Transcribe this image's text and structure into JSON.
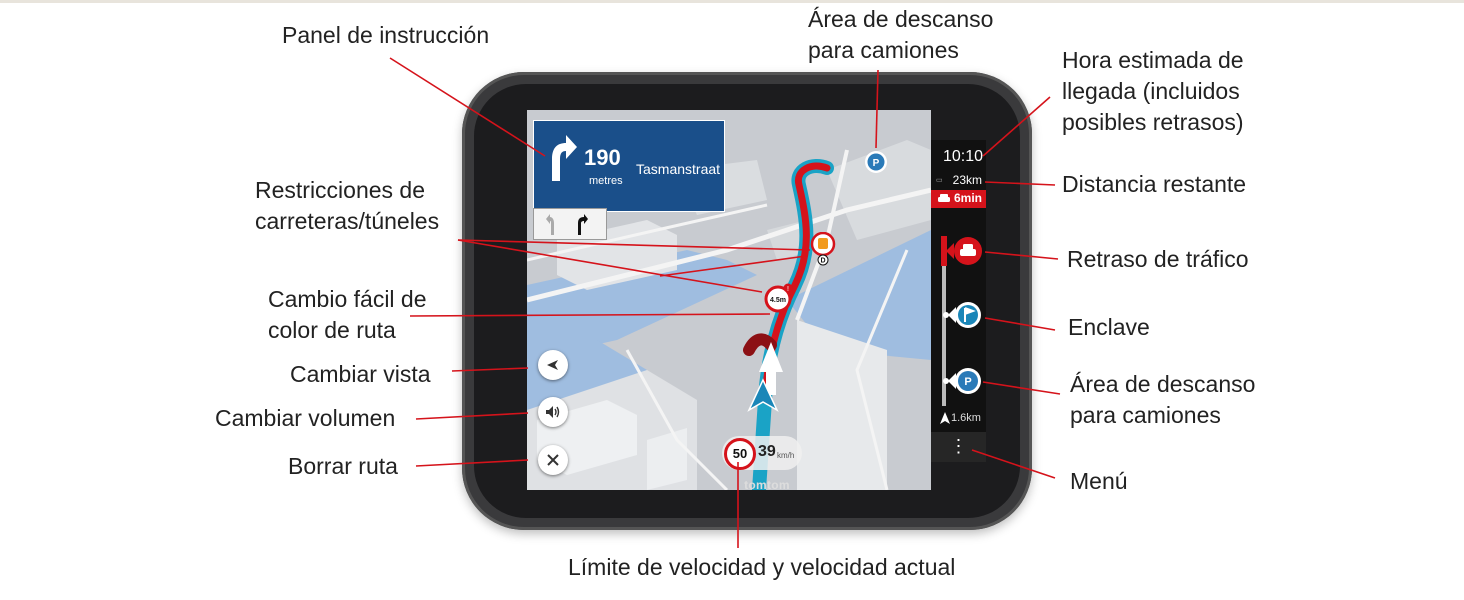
{
  "callouts": {
    "instruction_panel": "Panel de instrucción",
    "truck_rest_top": [
      "Área de descanso",
      "para camiones"
    ],
    "eta": [
      "Hora estimada de",
      "llegada (incluidos",
      "posibles retrasos)"
    ],
    "remaining_distance": "Distancia restante",
    "restrictions": [
      "Restricciones de",
      "carreteras/túneles"
    ],
    "traffic_delay": "Retraso de tráfico",
    "route_color": [
      "Cambio fácil de",
      "color de ruta"
    ],
    "waypoint": "Enclave",
    "change_view": "Cambiar vista",
    "truck_rest_bottom": [
      "Área de descanso",
      "para camiones"
    ],
    "change_volume": "Cambiar volumen",
    "clear_route": "Borrar ruta",
    "menu": "Menú",
    "speed": "Límite de velocidad y velocidad actual"
  },
  "screen": {
    "instruction": {
      "distance": "190",
      "unit": "metres",
      "street": "Tasmanstraat"
    },
    "eta": "10:10",
    "remaining": "23km",
    "delay": "6min",
    "distance_to_poi": "1.6km",
    "speed_limit": "50",
    "current_speed": "39",
    "speed_unit": "km/h",
    "tunnel_badge": "D",
    "height_restriction": "4.5m",
    "brand": "tomtom"
  },
  "colors": {
    "accent_red": "#d5131b",
    "route_cyan": "#1aa3c6",
    "instruction_blue": "#1a4f8a",
    "poi_blue": "#2a7ab8"
  }
}
